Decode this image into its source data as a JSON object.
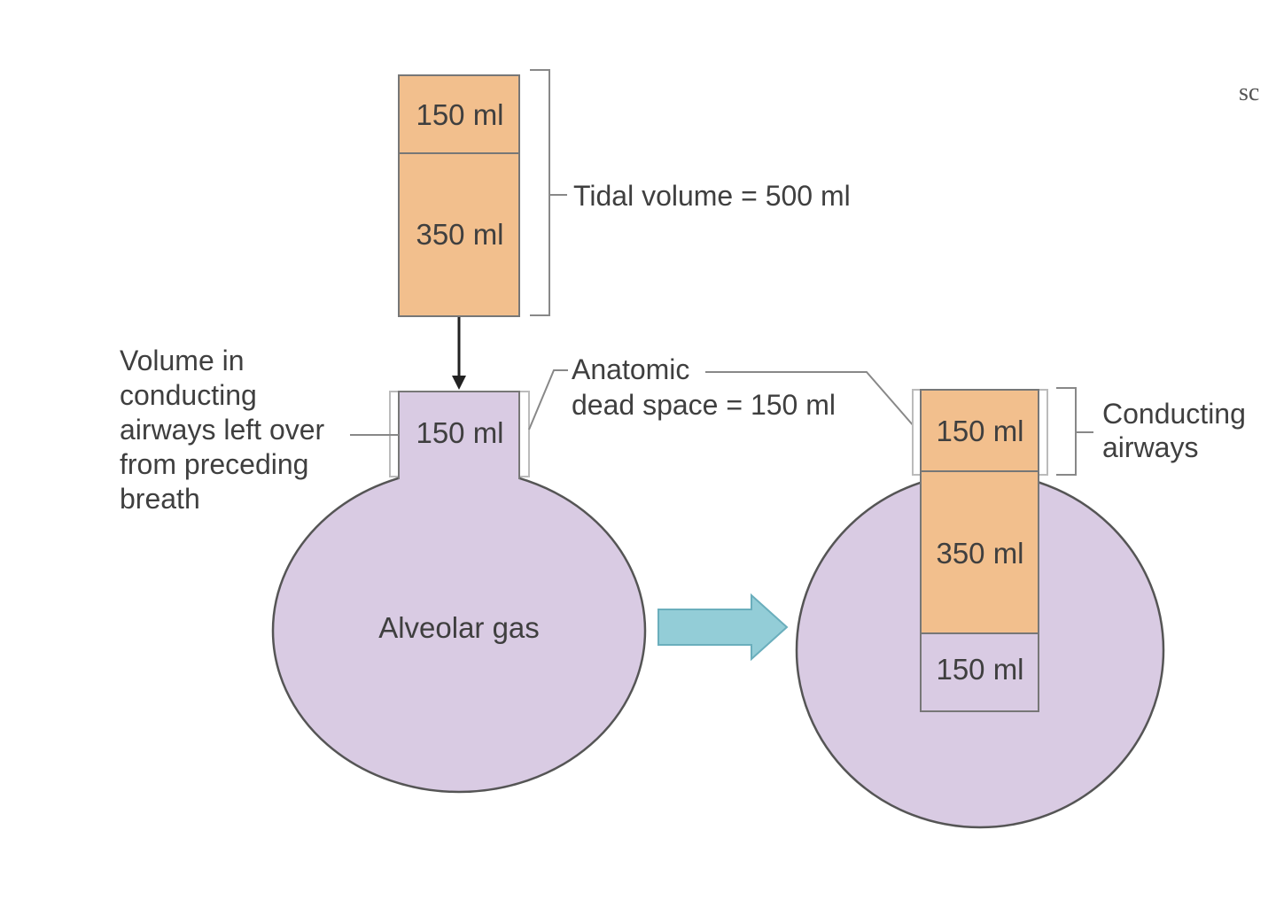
{
  "corner_mark": "sc",
  "tidal_stack": {
    "top_label": "150 ml",
    "bottom_label": "350 ml",
    "bracket_label": "Tidal volume = 500 ml"
  },
  "left_lung": {
    "neck_label": "150 ml",
    "body_label": "Alveolar gas",
    "leftover_label_lines": [
      "Volume in",
      "conducting",
      "airways left over",
      "from preceding",
      "breath"
    ]
  },
  "dead_space_label_lines": [
    "Anatomic",
    "dead space = 150 ml"
  ],
  "right_lung": {
    "top_label": "150 ml",
    "middle_label": "350 ml",
    "bottom_label": "150 ml",
    "bracket_label_lines": [
      "Conducting",
      "airways"
    ]
  },
  "colors": {
    "tidal_air": "#f2bf8d",
    "alveolar_gas": "#d9cbe3",
    "transfer_arrow": "#93cdd7",
    "outline": "#555555"
  }
}
